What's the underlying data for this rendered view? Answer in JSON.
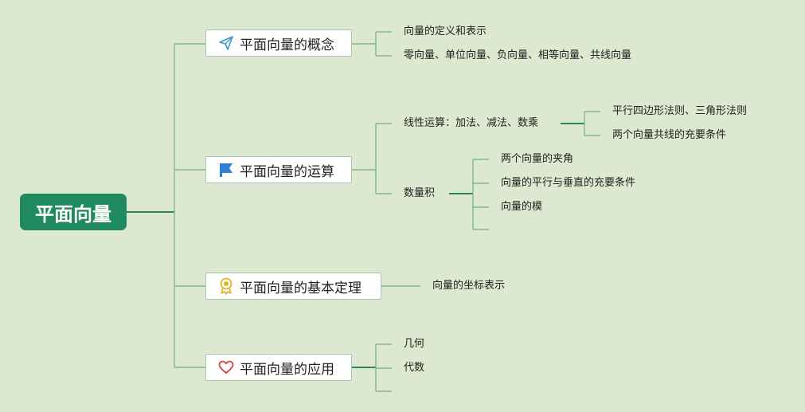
{
  "root": {
    "title": "平面向量"
  },
  "branches": [
    {
      "title": "平面向量的概念",
      "icon": "paper-plane-icon",
      "items": [
        "向量的定义和表示",
        "零向量、单位向量、负向量、相等向量、共线向量"
      ]
    },
    {
      "title": "平面向量的运算",
      "icon": "flag-icon",
      "items": [
        {
          "label": "线性运算：加法、减法、数乘",
          "children": [
            "平行四边形法则、三角形法则",
            "两个向量共线的充要条件"
          ]
        },
        {
          "label": "数量积",
          "children": [
            "两个向量的夹角",
            "向量的平行与垂直的充要条件",
            "向量的模"
          ]
        }
      ]
    },
    {
      "title": "平面向量的基本定理",
      "icon": "award-icon",
      "items": [
        "向量的坐标表示"
      ]
    },
    {
      "title": "平面向量的应用",
      "icon": "heart-icon",
      "items": [
        "几何",
        "代数"
      ]
    }
  ],
  "colors": {
    "line": "#2a8a5c",
    "thin_line": "#7fb890",
    "root_fill": "#1f8a5f",
    "background": "#dce8d0"
  }
}
